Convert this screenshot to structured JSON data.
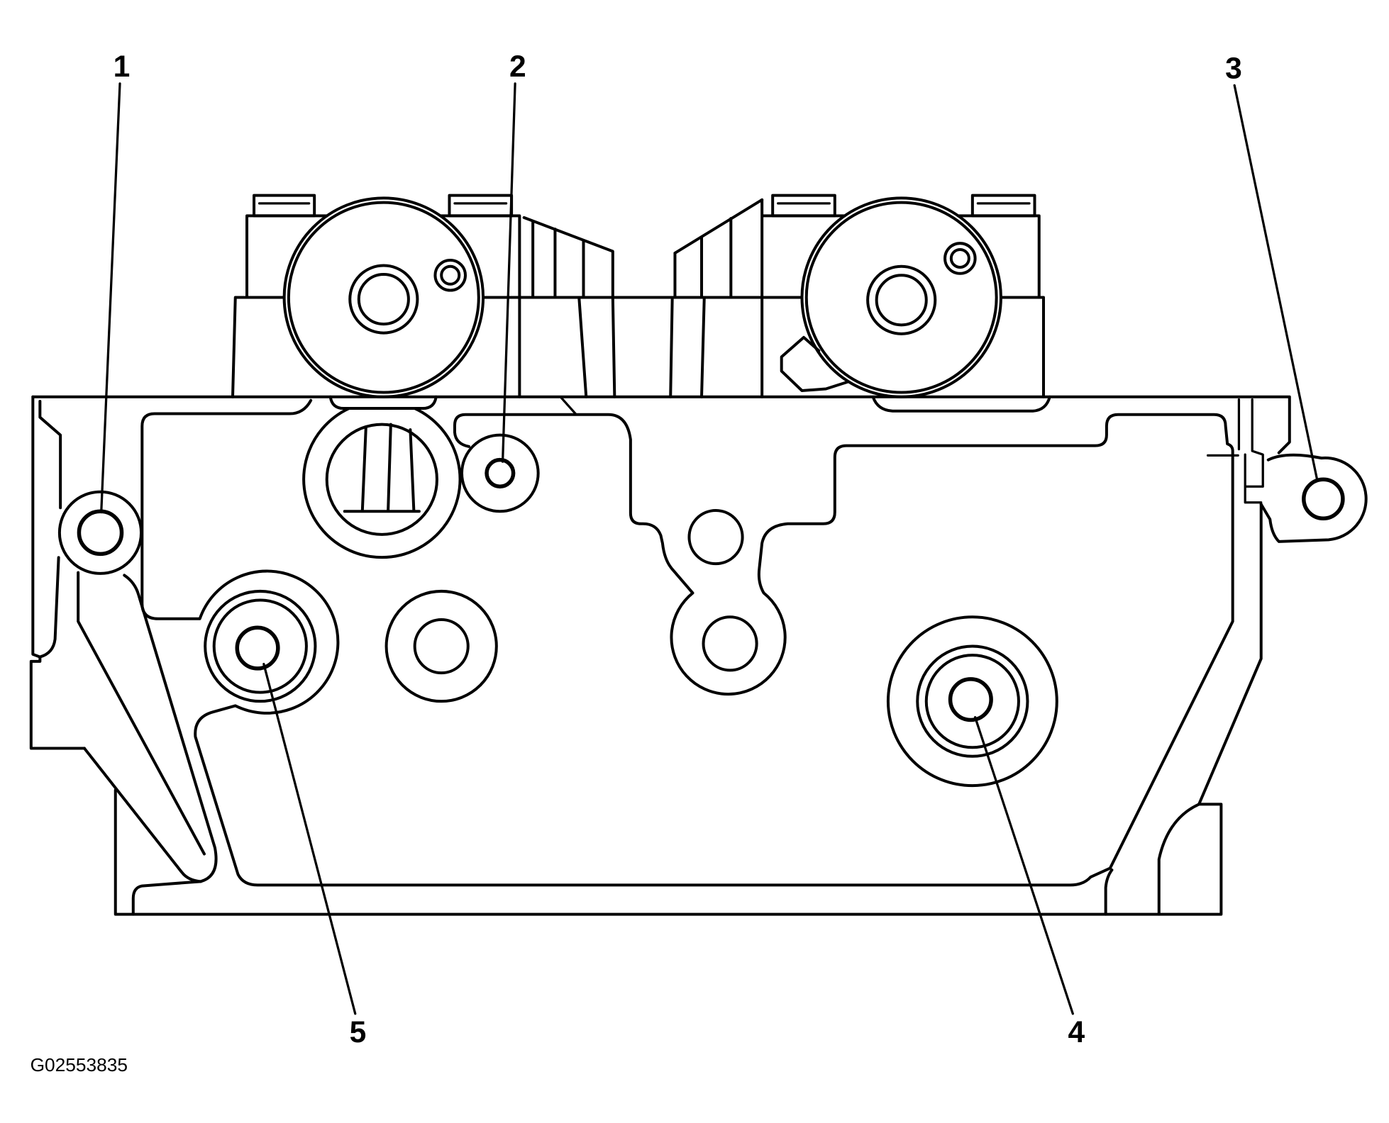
{
  "figure": {
    "id": "G02553835"
  },
  "callouts": [
    {
      "label": "1"
    },
    {
      "label": "2"
    },
    {
      "label": "3"
    },
    {
      "label": "4"
    },
    {
      "label": "5"
    }
  ],
  "colors": {
    "line": "#000000",
    "background": "#ffffff"
  }
}
